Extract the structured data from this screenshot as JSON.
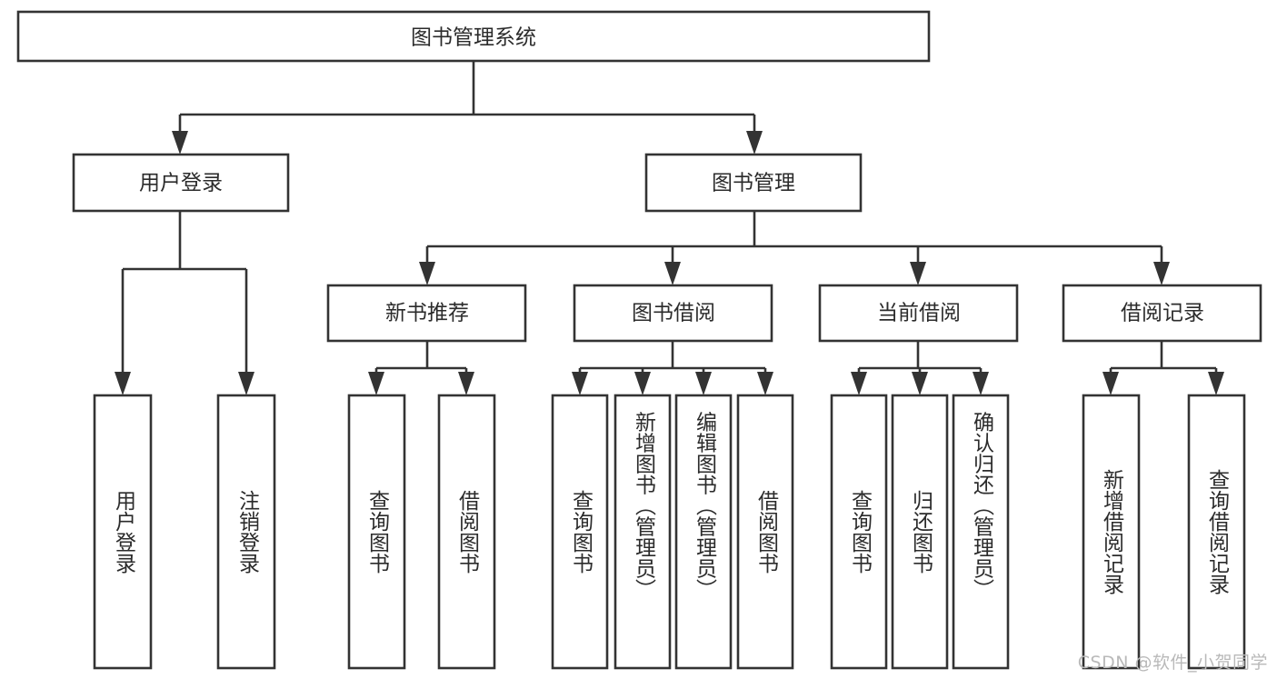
{
  "diagram": {
    "title": "图书管理系统",
    "watermark": "CSDN @软件_小贺同学",
    "line_color": "#333333",
    "box_fill": "#ffffff",
    "text_color": "#2b2b2b",
    "watermark_color": "#b9b9b9",
    "root": {
      "label": "图书管理系统",
      "orientation": "horizontal"
    },
    "level2": [
      {
        "label": "用户登录",
        "orientation": "horizontal"
      },
      {
        "label": "图书管理",
        "orientation": "horizontal"
      }
    ],
    "level3": [
      {
        "label": "新书推荐",
        "orientation": "horizontal"
      },
      {
        "label": "图书借阅",
        "orientation": "horizontal"
      },
      {
        "label": "当前借阅",
        "orientation": "horizontal"
      },
      {
        "label": "借阅记录",
        "orientation": "horizontal"
      }
    ],
    "leaves_user_login": [
      {
        "label": "用户登录",
        "orientation": "vertical"
      },
      {
        "label": "注销登录",
        "orientation": "vertical"
      }
    ],
    "leaves_new_book": [
      {
        "label": "查询图书",
        "orientation": "vertical"
      },
      {
        "label": "借阅图书",
        "orientation": "vertical"
      }
    ],
    "leaves_borrow": [
      {
        "label": "查询图书",
        "orientation": "vertical"
      },
      {
        "label": "新增图书（管理员）",
        "orientation": "vertical"
      },
      {
        "label": "编辑图书（管理员）",
        "orientation": "vertical"
      },
      {
        "label": "借阅图书",
        "orientation": "vertical"
      }
    ],
    "leaves_current": [
      {
        "label": "查询图书",
        "orientation": "vertical"
      },
      {
        "label": "归还图书",
        "orientation": "vertical"
      },
      {
        "label": "确认归还（管理员）",
        "orientation": "vertical"
      }
    ],
    "leaves_records": [
      {
        "label": "新增借阅记录",
        "orientation": "vertical"
      },
      {
        "label": "查询借阅记录",
        "orientation": "vertical"
      }
    ]
  }
}
